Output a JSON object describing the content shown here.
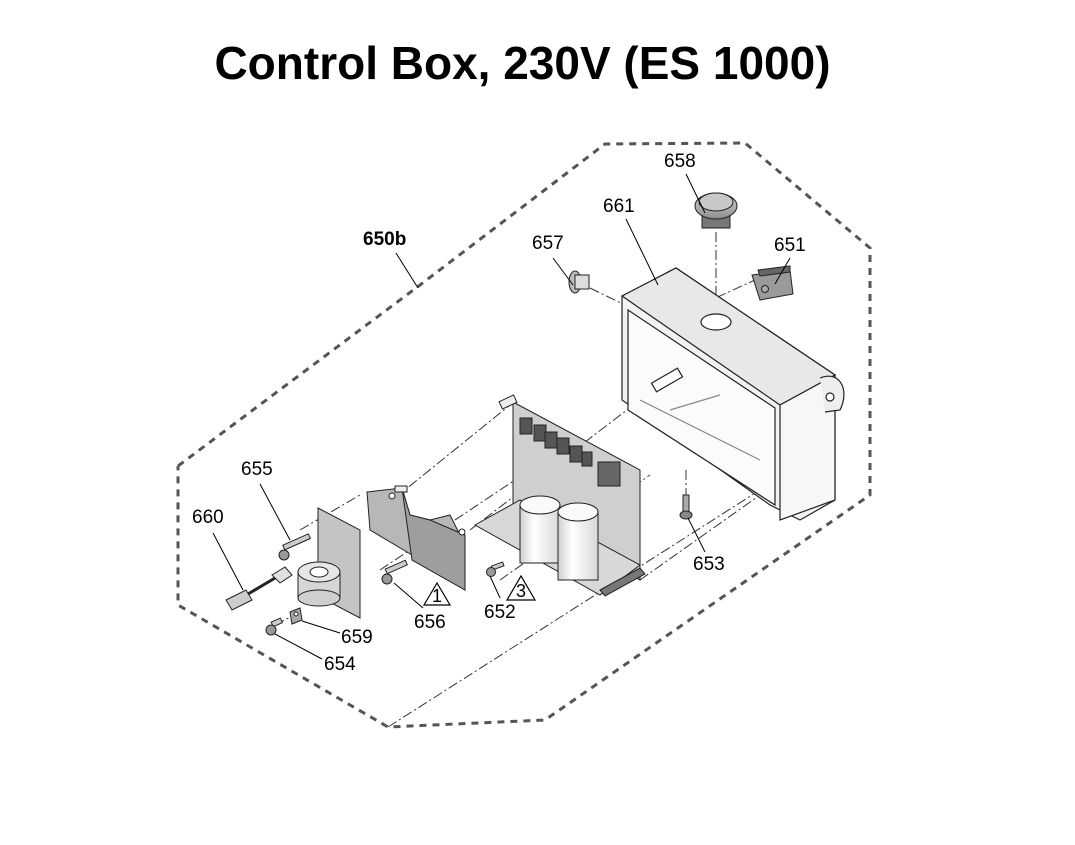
{
  "title": "Control Box, 230V (ES 1000)",
  "assembly_label": "650b",
  "callouts": [
    {
      "id": "650b",
      "label": "650b",
      "part": "control-box-assembly",
      "bold": true
    },
    {
      "id": "651",
      "label": "651",
      "part": "switch"
    },
    {
      "id": "652",
      "label": "652",
      "part": "screw"
    },
    {
      "id": "653",
      "label": "653",
      "part": "screw"
    },
    {
      "id": "654",
      "label": "654",
      "part": "screw"
    },
    {
      "id": "655",
      "label": "655",
      "part": "screw"
    },
    {
      "id": "656",
      "label": "656",
      "part": "screw"
    },
    {
      "id": "657",
      "label": "657",
      "part": "strain-relief"
    },
    {
      "id": "658",
      "label": "658",
      "part": "knob"
    },
    {
      "id": "659",
      "label": "659",
      "part": "ground-lug"
    },
    {
      "id": "660",
      "label": "660",
      "part": "wire-harness"
    },
    {
      "id": "661",
      "label": "661",
      "part": "enclosure"
    }
  ],
  "warnings": [
    {
      "symbol": "triangle",
      "number": "1",
      "near": "656"
    },
    {
      "symbol": "triangle",
      "number": "3",
      "near": "652"
    }
  ]
}
